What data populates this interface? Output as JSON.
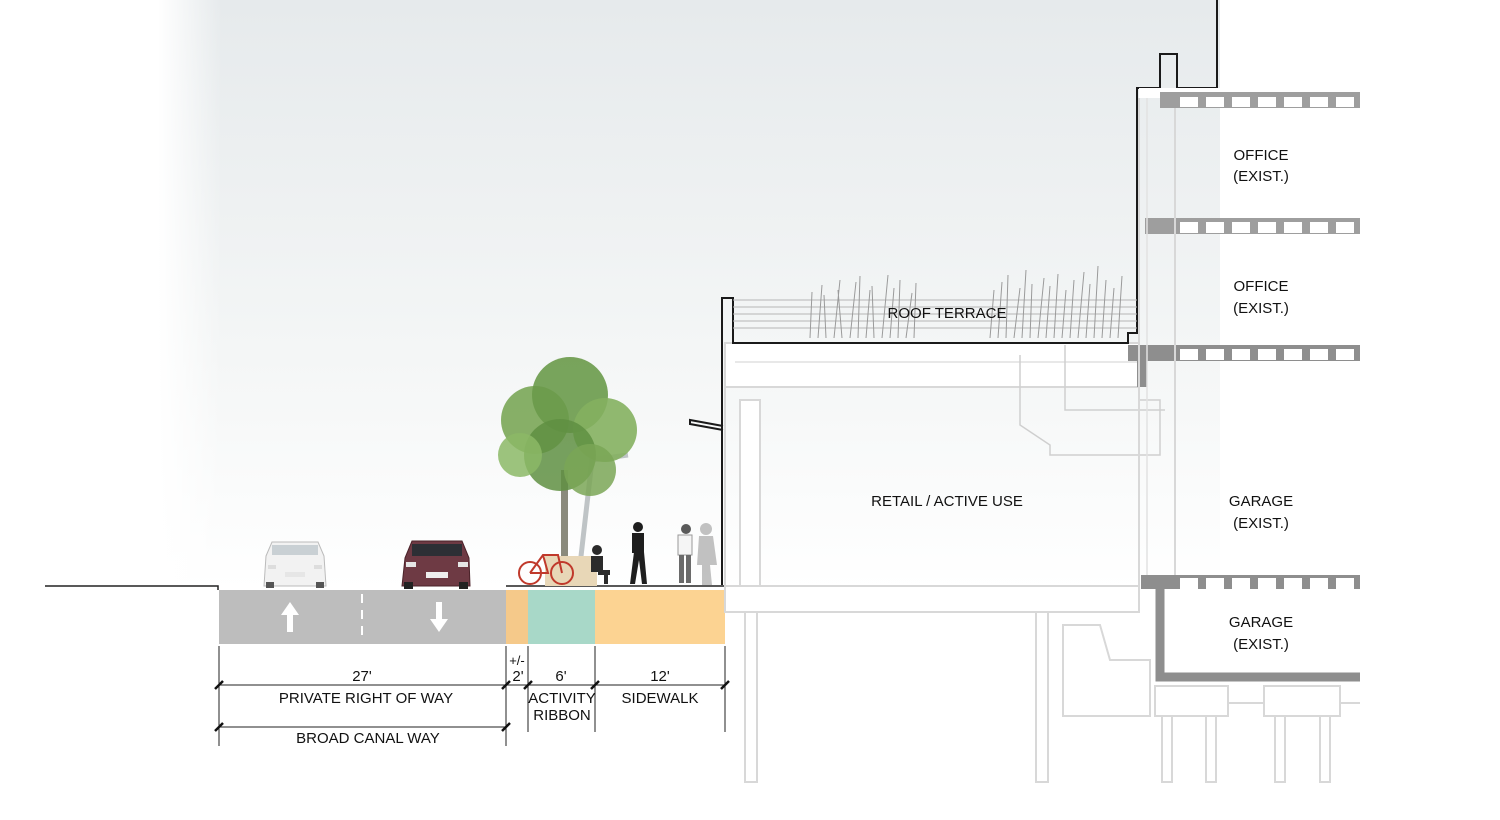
{
  "labels": {
    "roof_terrace": "ROOF TERRACE",
    "retail": "RETAIL / ACTIVE USE",
    "office_upper": [
      "OFFICE",
      "(EXIST.)"
    ],
    "office_lower": [
      "OFFICE",
      "(EXIST.)"
    ],
    "garage_upper": [
      "GARAGE",
      "(EXIST.)"
    ],
    "garage_lower": [
      "GARAGE",
      "(EXIST.)"
    ]
  },
  "dimensions": {
    "row1": {
      "private_row_width": "27'",
      "buffer_width": [
        "+/-",
        "2'"
      ],
      "activity_width": "6'",
      "sidewalk_width": "12'"
    },
    "row2": {
      "private_row": "PRIVATE RIGHT OF WAY",
      "activity_ribbon": [
        "ACTIVITY",
        "RIBBON"
      ],
      "sidewalk": "SIDEWALK"
    },
    "row3": {
      "street_name": "BROAD CANAL WAY"
    }
  },
  "colors": {
    "road": "#bdbdbd",
    "buffer": "#f5c98a",
    "activity_ribbon": "#a8d8c8",
    "sidewalk": "#fcd392",
    "structure": "#d8d8d8",
    "sky_top": "#e9eced",
    "tree": "#6a9a4a"
  },
  "icons": {
    "lane_left": "up-arrow-icon",
    "lane_right": "down-arrow-icon"
  }
}
